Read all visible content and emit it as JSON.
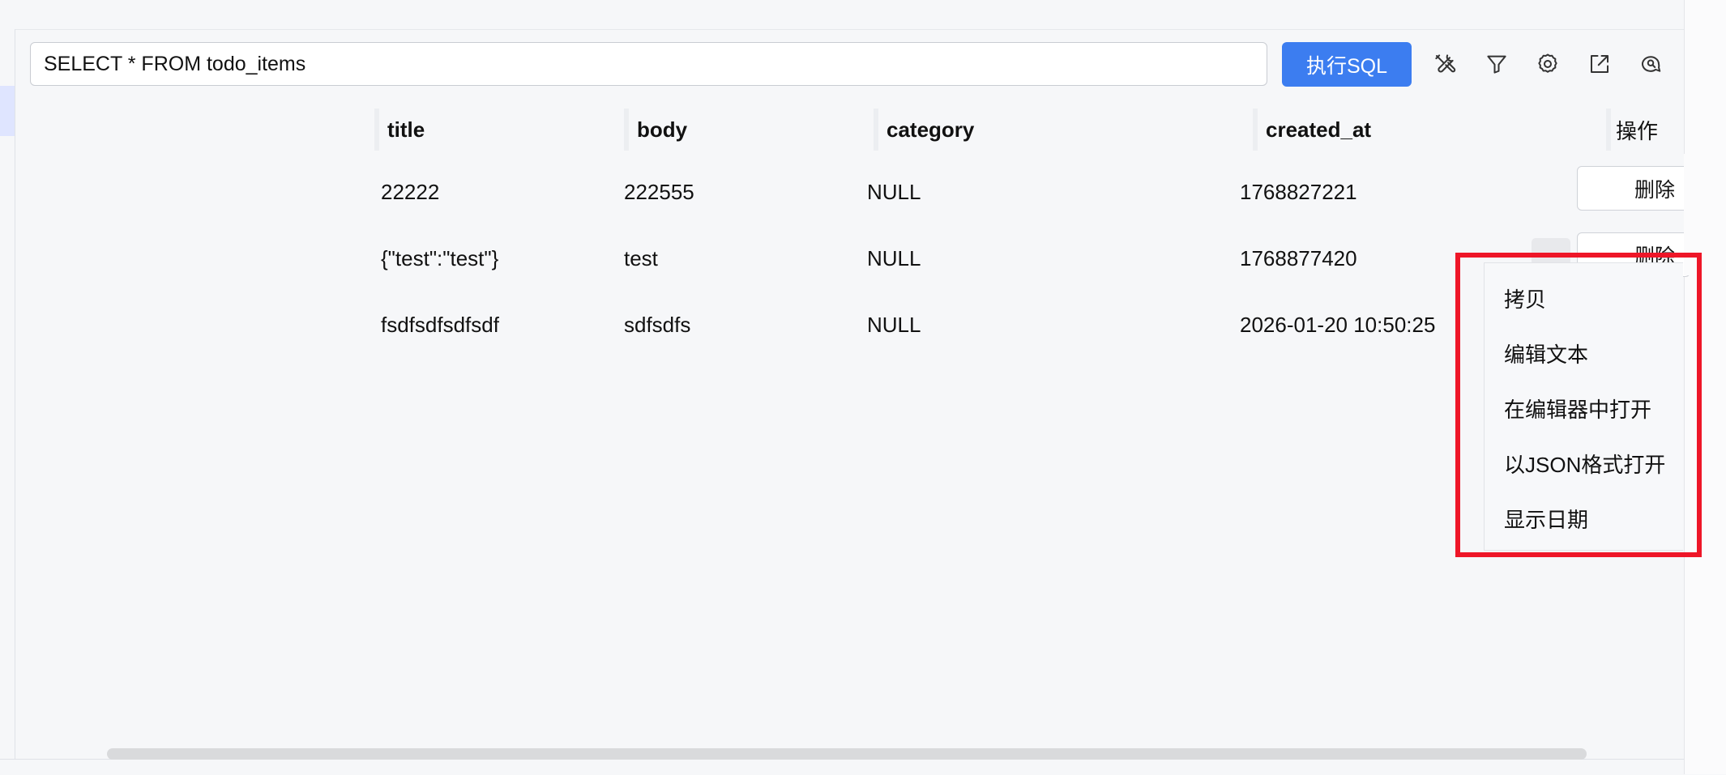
{
  "query": {
    "value": "SELECT * FROM todo_items",
    "run_label": "执行SQL"
  },
  "toolbar_icons": [
    "tools-icon",
    "filter-icon",
    "gear-icon",
    "external-link-icon",
    "search-comment-icon"
  ],
  "table": {
    "columns": [
      "title",
      "body",
      "category",
      "created_at",
      "操作"
    ],
    "rows": [
      {
        "title": "22222",
        "body": "222555",
        "category": "NULL",
        "created_at": "1768827221",
        "action": "删除"
      },
      {
        "title": "{\"test\":\"test\"}",
        "body": "test",
        "category": "NULL",
        "created_at": "1768877420",
        "action": "删除"
      },
      {
        "title": "fsdfsdfsdfsdf",
        "body": "sdfsdfs",
        "category": "NULL",
        "created_at": "2026-01-20 10:50:25"
      }
    ]
  },
  "context_menu": {
    "items": [
      "拷贝",
      "编辑文本",
      "在编辑器中打开",
      "以JSON格式打开",
      "显示日期"
    ]
  },
  "colors": {
    "accent": "#3c7df0",
    "highlight": "#ee1628",
    "background": "#f6f7f9"
  }
}
